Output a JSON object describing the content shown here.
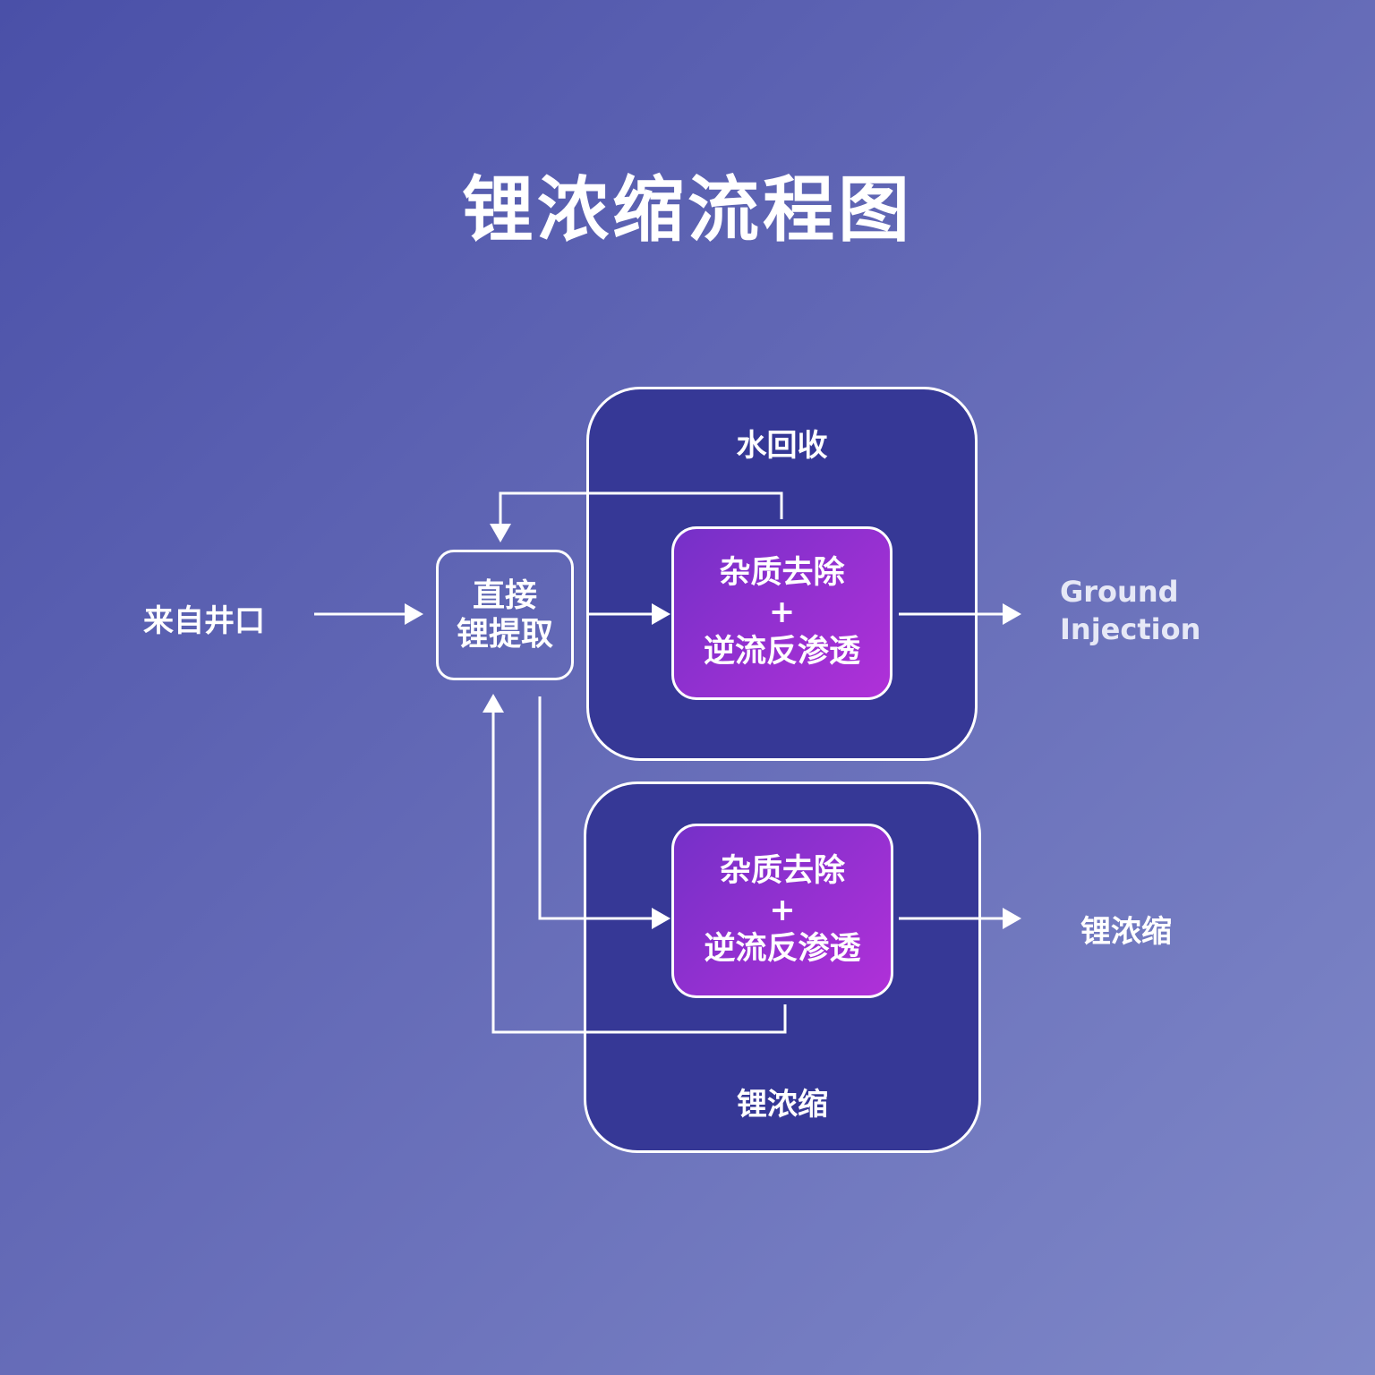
{
  "title": "锂浓缩流程图",
  "source_label": "来自井口",
  "extraction": {
    "line1": "直接",
    "line2": "锂提取"
  },
  "water_recovery": {
    "label": "水回收",
    "process": {
      "line1": "杂质去除",
      "plus": "+",
      "line2": "逆流反渗透"
    },
    "output": {
      "line1": "Ground",
      "line2": "Injection"
    }
  },
  "lithium_concentration": {
    "label": "锂浓缩",
    "process": {
      "line1": "杂质去除",
      "plus": "+",
      "line2": "逆流反渗透"
    },
    "output": "锂浓缩"
  },
  "colors": {
    "group_fill": "#363896",
    "process_start": "#7530c8",
    "process_end": "#b030d8",
    "line": "#ffffff"
  }
}
